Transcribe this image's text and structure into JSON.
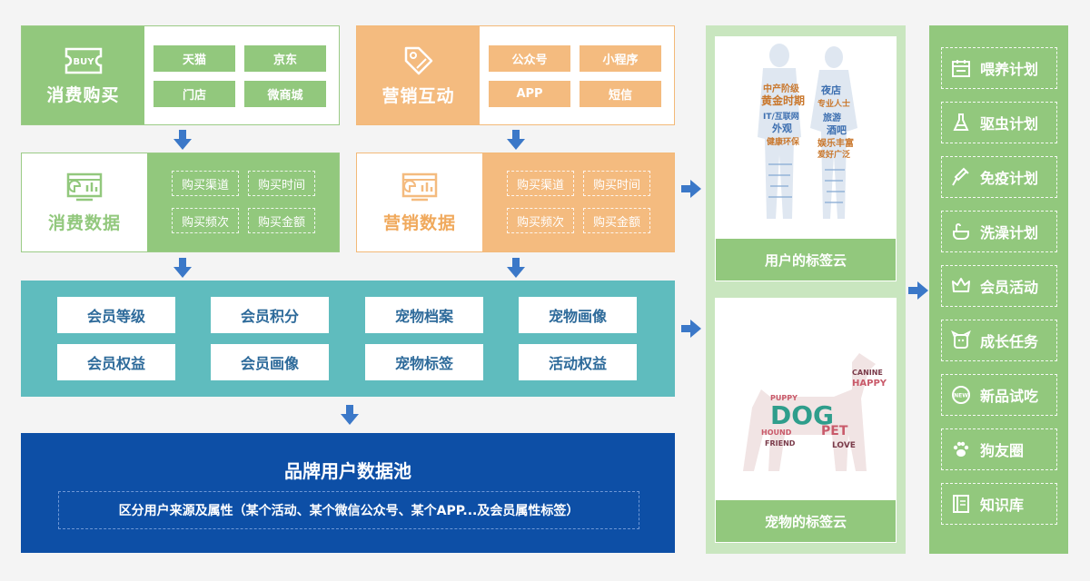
{
  "consume_buy": {
    "icon_text": "BUY",
    "title": "消费购买",
    "channels": [
      "天猫",
      "京东",
      "门店",
      "微商城"
    ]
  },
  "marketing_interact": {
    "title": "营销互动",
    "channels": [
      "公众号",
      "小程序",
      "APP",
      "短信"
    ]
  },
  "consume_data": {
    "title": "消费数据",
    "fields": [
      "购买渠道",
      "购买时间",
      "购买频次",
      "购买金额"
    ]
  },
  "marketing_data": {
    "title": "营销数据",
    "fields": [
      "购买渠道",
      "购买时间",
      "购买频次",
      "购买金额"
    ]
  },
  "member_modules": [
    "会员等级",
    "会员积分",
    "宠物档案",
    "宠物画像",
    "会员权益",
    "会员画像",
    "宠物标签",
    "活动权益"
  ],
  "data_pool": {
    "title": "品牌用户数据池",
    "description": "区分用户来源及属性（某个活动、某个微信公众号、某个APP...及会员属性标签）"
  },
  "tag_clouds": {
    "user_caption": "用户的标签云",
    "pet_caption": "宠物的标签云",
    "user_words": [
      "中产阶级",
      "黄金时期",
      "IT/互联网",
      "外观",
      "健康环保",
      "夜店",
      "专业人士",
      "旅游",
      "酒吧",
      "娱乐丰富",
      "爱好广泛"
    ],
    "pet_words": [
      "DOG",
      "PET",
      "HAPPY",
      "LOVE",
      "FRIEND",
      "CANINE",
      "PUPPY",
      "HOUND"
    ]
  },
  "plans": [
    {
      "label": "喂养计划",
      "icon": "calendar-icon"
    },
    {
      "label": "驱虫计划",
      "icon": "flask-icon"
    },
    {
      "label": "免疫计划",
      "icon": "syringe-icon"
    },
    {
      "label": "洗澡计划",
      "icon": "bath-icon"
    },
    {
      "label": "会员活动",
      "icon": "crown-icon"
    },
    {
      "label": "成长任务",
      "icon": "pet-face-icon"
    },
    {
      "label": "新品试吃",
      "icon": "new-badge-icon"
    },
    {
      "label": "狗友圈",
      "icon": "paw-icon"
    },
    {
      "label": "知识库",
      "icon": "book-icon"
    }
  ],
  "colors": {
    "green": "#92c87d",
    "orange": "#f4bb7f",
    "teal": "#5fbcbe",
    "navy": "#0d4fa6",
    "arrow": "#3b78c8"
  }
}
